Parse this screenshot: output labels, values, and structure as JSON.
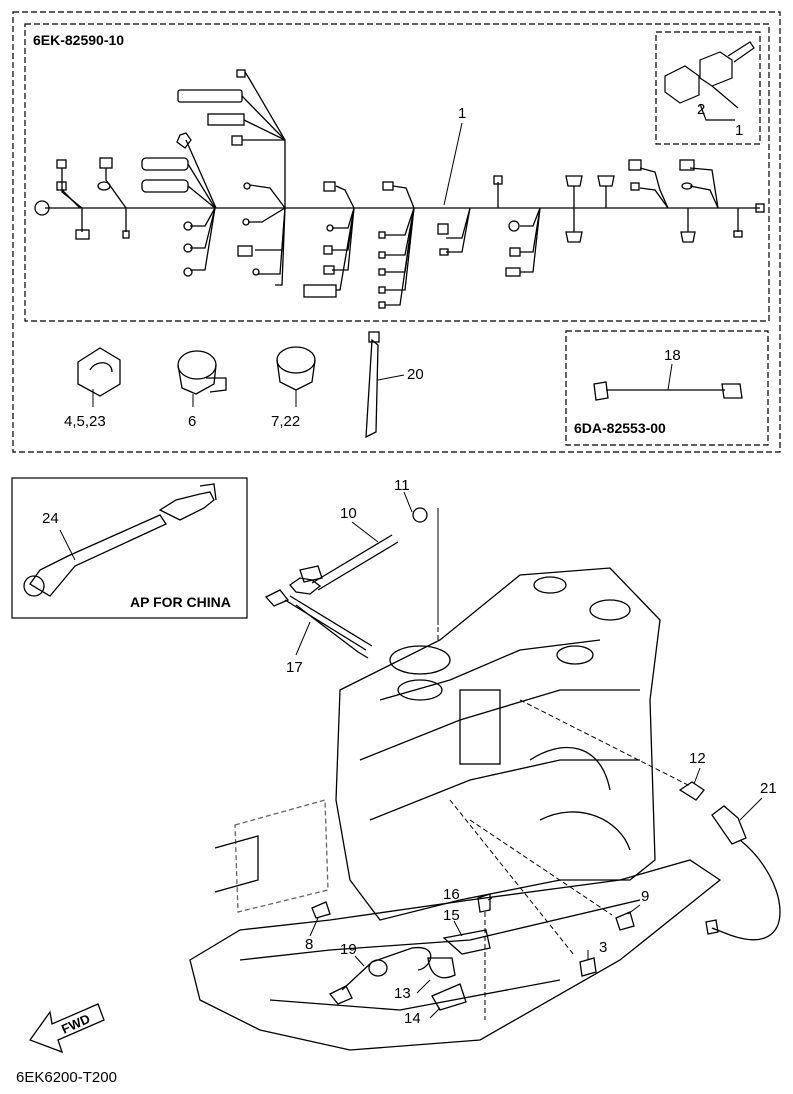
{
  "kits": {
    "harness_code": "6EK-82590-10",
    "sub_harness_code": "6DA-82553-00",
    "china_note": "AP FOR CHINA"
  },
  "footer": {
    "ref_code": "6EK6200-T200"
  },
  "fwd_label": "FWD",
  "callouts": {
    "c1": "1",
    "c1b": "1",
    "c2": "2",
    "c3": "3",
    "c4523": "4,5,23",
    "c6": "6",
    "c722": "7,22",
    "c8": "8",
    "c9": "9",
    "c10": "10",
    "c11": "11",
    "c12": "12",
    "c13": "13",
    "c14": "14",
    "c15": "15",
    "c16": "16",
    "c17": "17",
    "c18": "18",
    "c19": "19",
    "c20": "20",
    "c21": "21",
    "c24": "24"
  }
}
